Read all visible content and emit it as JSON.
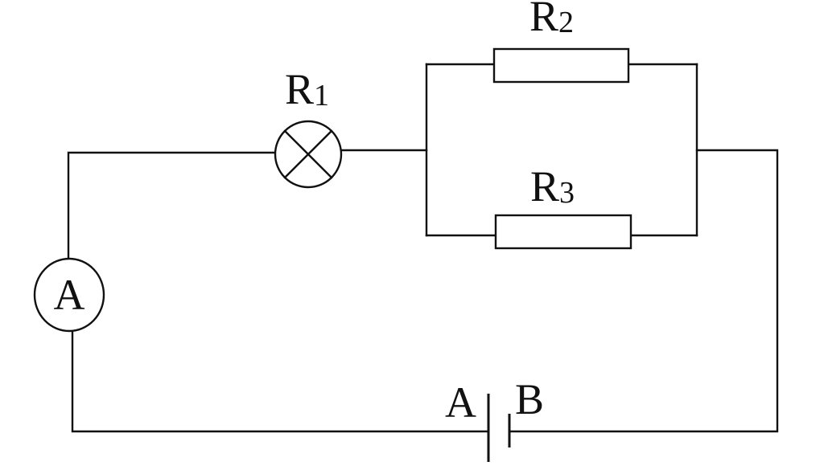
{
  "diagram": {
    "components": {
      "lamp": {
        "label": "R",
        "subscript": "1"
      },
      "resistor_top": {
        "label": "R",
        "subscript": "2"
      },
      "resistor_bottom": {
        "label": "R",
        "subscript": "3"
      },
      "ammeter": {
        "label": "A"
      },
      "battery": {
        "terminal_left": "A",
        "terminal_right": "B"
      }
    },
    "colors": {
      "stroke": "#111111",
      "background": "#ffffff"
    }
  }
}
